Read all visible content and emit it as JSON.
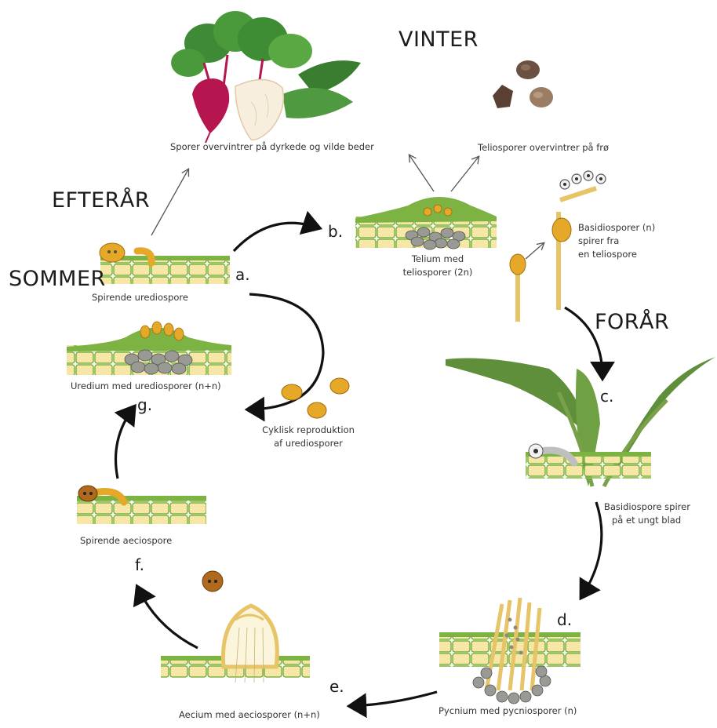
{
  "seasons": {
    "winter": "VINTER",
    "autumn": "EFTERÅR",
    "spring": "FORÅR",
    "summer": "SOMMER"
  },
  "steps": {
    "a": "a.",
    "b": "b.",
    "c": "c.",
    "d": "d.",
    "e": "e.",
    "f": "f.",
    "g": "g."
  },
  "captions": {
    "beets": "Sporer overvintrer på dyrkede og vilde beder",
    "seeds": "Teliosporer overvintrer på frø",
    "telium_1": "Telium med",
    "telium_2": "teliosporer (2n)",
    "basidio_1": "Basidiosporer (n)",
    "basidio_2": "spirer fra",
    "basidio_3": "en teliospore",
    "germ_uredio": "Spirende urediospore",
    "uredium": "Uredium med urediosporer (n+n)",
    "cyclic_1": "Cyklisk reproduktion",
    "cyclic_2": "af urediosporer",
    "basidio_leaf_1": "Basidiospore spirer",
    "basidio_leaf_2": "på et ungt blad",
    "germ_aecio": "Spirende aeciospore",
    "aecium": "Aecium med aeciosporer (n+n)",
    "pycnium": "Pycnium med pycniosporer (n)"
  },
  "colors": {
    "leaf_green": "#7cb342",
    "cell_fill": "#f6e7a6",
    "spore_orange": "#e6a829",
    "spore_grey": "#9a9a94",
    "beet_red": "#b5164f",
    "foliage": "#4d8f3a",
    "arrow": "#111111"
  },
  "icons": [
    "beet-plants",
    "seed-spores",
    "telium-section",
    "basidiospore-germination",
    "young-beet-plant",
    "pycnium-section",
    "aecium-section",
    "aeciospore",
    "uredium-section",
    "urediospores"
  ]
}
